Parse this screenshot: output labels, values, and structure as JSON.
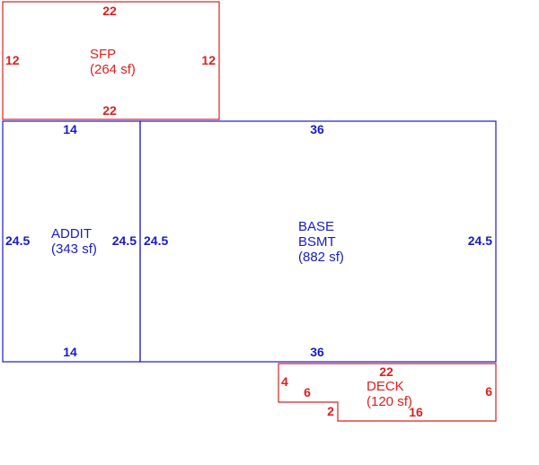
{
  "colors": {
    "red": "#e01e1e",
    "blue": "#1a1acc",
    "background": "#ffffff"
  },
  "sfp": {
    "name": "SFP",
    "area": "(264 sf)",
    "top": "22",
    "bottom": "22",
    "left": "12",
    "right": "12"
  },
  "addit": {
    "name": "ADDIT",
    "area": "(343 sf)",
    "top": "14",
    "bottom": "14",
    "left": "24.5",
    "right": "24.5"
  },
  "base": {
    "name_line1": "BASE",
    "name_line2": "BSMT",
    "area": "(882 sf)",
    "top": "36",
    "bottom": "36",
    "left": "24.5",
    "right": "24.5"
  },
  "deck": {
    "name": "DECK",
    "area": "(120 sf)",
    "top": "22",
    "right": "6",
    "bottom": "16",
    "left": "4",
    "step_horizontal": "6",
    "step_vertical": "2"
  }
}
